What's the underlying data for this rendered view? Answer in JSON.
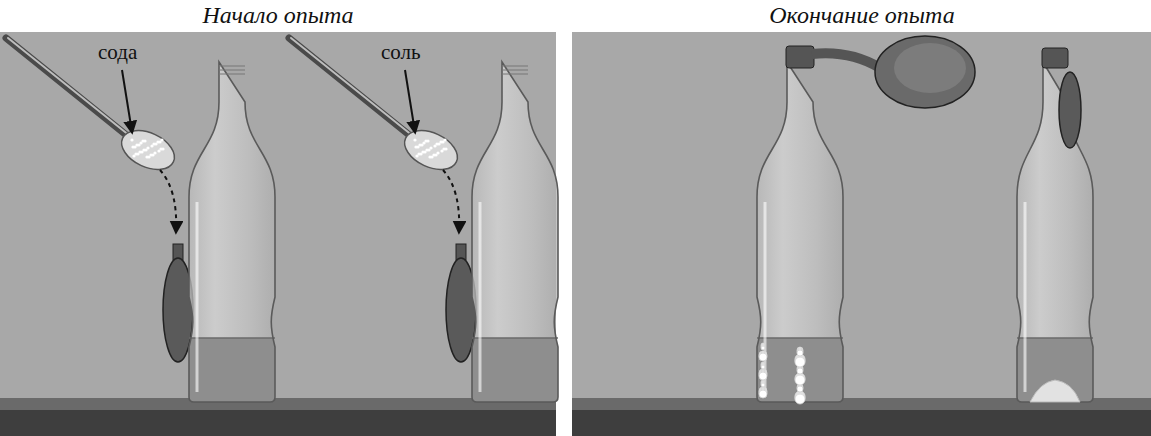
{
  "diagram": {
    "labels": [
      "Начало опыта",
      "сода",
      "соль",
      "Окончание опыта"
    ]
  }
}
